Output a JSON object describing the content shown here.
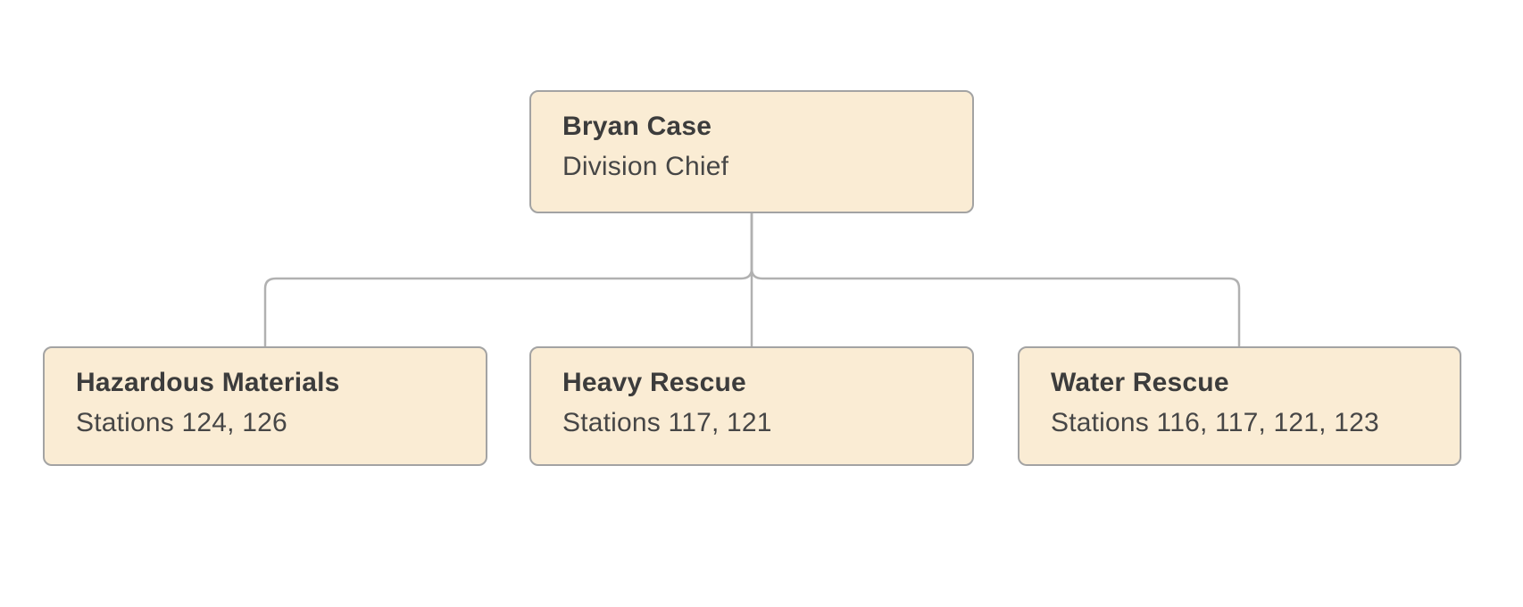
{
  "diagram": {
    "type": "org_chart",
    "root": {
      "name": "Bryan Case",
      "subtitle": "Division Chief"
    },
    "children": [
      {
        "name": "Hazardous Materials",
        "subtitle": "Stations 124, 126"
      },
      {
        "name": "Heavy Rescue",
        "subtitle": "Stations 117, 121"
      },
      {
        "name": "Water Rescue",
        "subtitle": "Stations 116, 117, 121, 123"
      }
    ]
  },
  "colors": {
    "background": "#ffffff",
    "node_fill": "#faecd4",
    "node_border": "#a3a3a3",
    "connector": "#b1b1b1",
    "name_text": "#3c3c3c",
    "subtitle_text": "#464646"
  }
}
